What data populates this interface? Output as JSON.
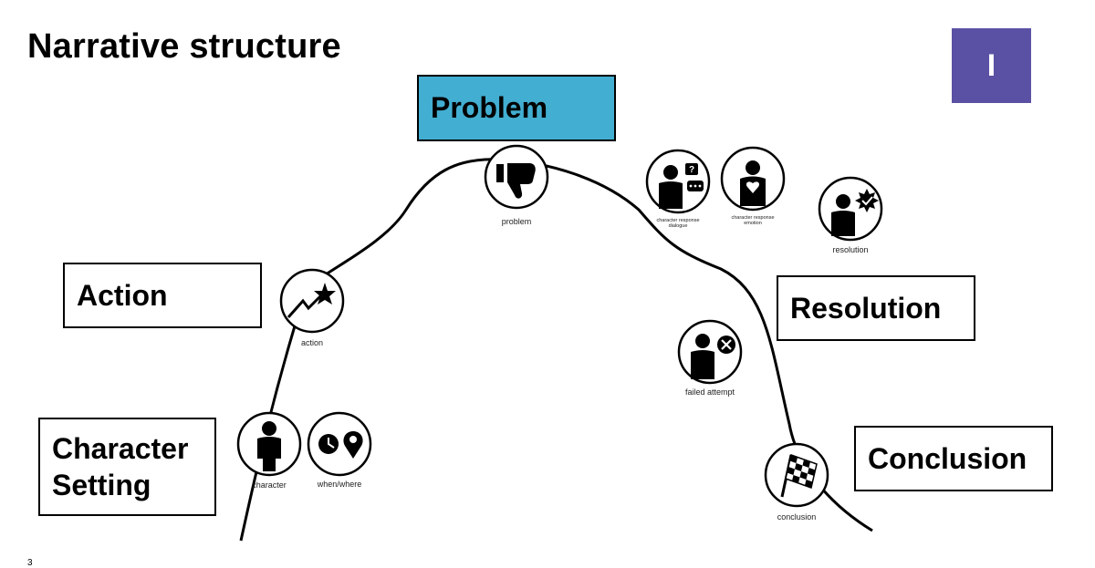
{
  "title": "Narrative structure",
  "badge": "I",
  "stages": {
    "problem": "Problem",
    "action": "Action",
    "character_setting_line1": "Character",
    "character_setting_line2": "Setting",
    "resolution": "Resolution",
    "conclusion": "Conclusion"
  },
  "icons": {
    "character": "character",
    "when_where": "when/where",
    "action": "action",
    "problem": "problem",
    "character_response_dialogue_line1": "character response",
    "character_response_dialogue_line2": "dialogue",
    "character_response_emotion_line1": "character response",
    "character_response_emotion_line2": "emotion",
    "resolution": "resolution",
    "failed_attempt": "failed attempt",
    "conclusion": "conclusion"
  },
  "page_number": "3"
}
